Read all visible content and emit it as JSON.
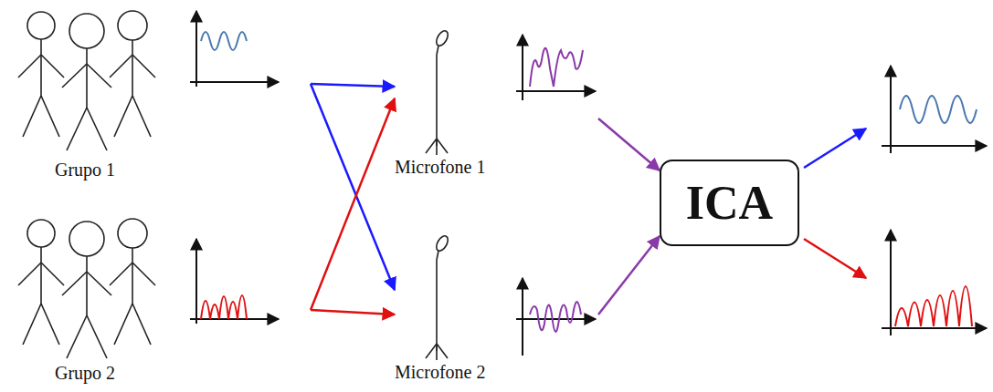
{
  "diagram": {
    "nodes": [
      {
        "text": [
          "Grupo 1"
        ]
      },
      {
        "text": [
          "Grupo 2"
        ]
      },
      {
        "text": [
          "Microfone 1"
        ]
      },
      {
        "text": [
          "Microfone 2"
        ]
      },
      {
        "text": [
          "ICA"
        ]
      }
    ],
    "edges": [
      {
        "from": 0,
        "to": 2,
        "arrow": "to"
      },
      {
        "from": 0,
        "to": 3,
        "arrow": "to"
      },
      {
        "from": 1,
        "to": 2,
        "arrow": "to"
      },
      {
        "from": 1,
        "to": 3,
        "arrow": "to"
      },
      {
        "from": 2,
        "to": 4,
        "arrow": "to"
      },
      {
        "from": 3,
        "to": 4,
        "arrow": "to"
      }
    ]
  }
}
